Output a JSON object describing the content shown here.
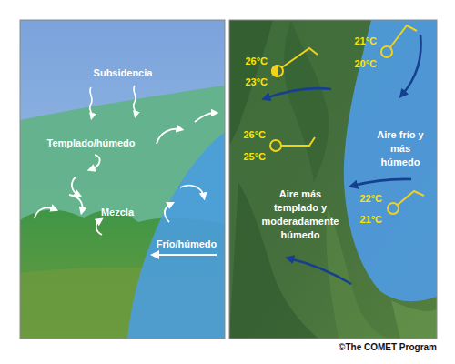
{
  "diagram": {
    "labels": [
      "Subsidencia",
      "Templado/húmedo",
      "Mezcla",
      "Frío/húmedo",
      "21°C",
      "20°C",
      "26°C",
      "23°C",
      "26°C",
      "25°C",
      "22°C",
      "21°C",
      "Aire frío y más húmedo",
      "Aire más templado y moderadamente húmedo",
      "©The COMET Program"
    ]
  }
}
